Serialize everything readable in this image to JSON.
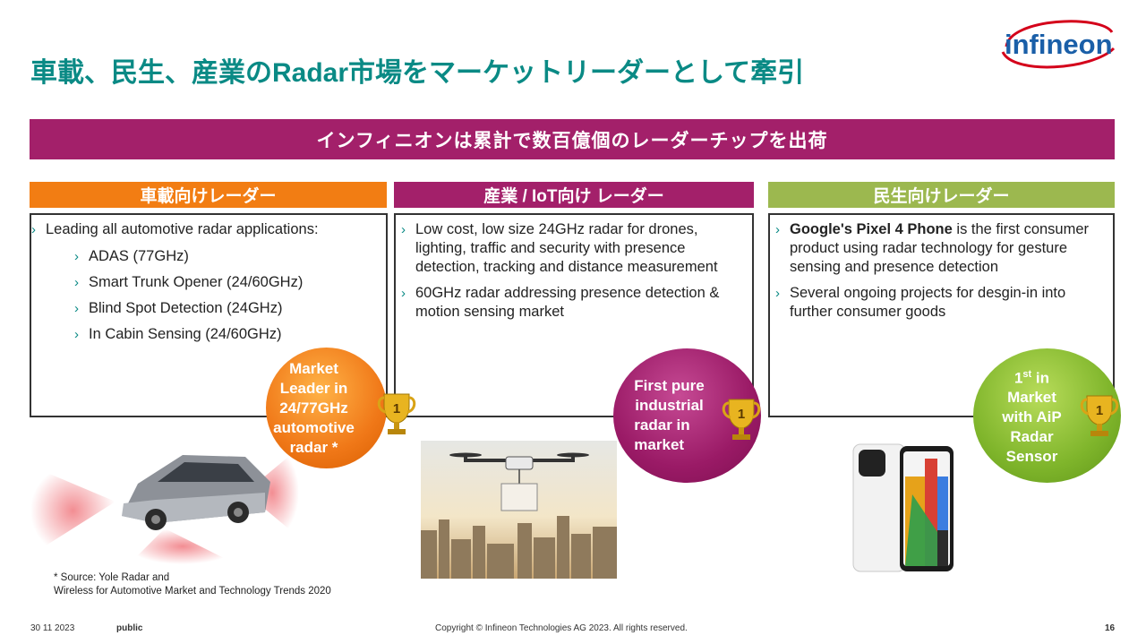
{
  "title": "車載、民生、産業のRadar市場をマーケットリーダーとして牽引",
  "logo_text": "infineon",
  "banner": "インフィニオンは累計で数百億個のレーダーチップを出荷",
  "columns": [
    {
      "header": "車載向けレーダー",
      "header_color": "#f27d13",
      "lead": "Leading all automotive radar applications:",
      "subitems": [
        "ADAS (77GHz)",
        "Smart Trunk Opener (24/60GHz)",
        "Blind Spot Detection (24GHz)",
        "In Cabin Sensing (24/60GHz)"
      ],
      "badge_lines": [
        "Market",
        "Leader in",
        "24/77GHz",
        "automotive",
        "radar *"
      ]
    },
    {
      "header": "産業 / IoT向け レーダー",
      "header_color": "#a3206a",
      "bullets": [
        "Low cost, low size 24GHz radar for drones, lighting, traffic and security with presence detection, tracking and distance measurement",
        "60GHz radar addressing presence detection & motion sensing market"
      ],
      "badge_lines": [
        "First pure",
        "industrial",
        "radar in",
        "market"
      ]
    },
    {
      "header": "民生向けレーダー",
      "header_color": "#9cb84f",
      "bullet1_bold": "Google's Pixel 4 Phone",
      "bullet1_rest": " is the first consumer product using radar technology for gesture sensing and presence detection",
      "bullet2": "Several ongoing projects for desgin-in into further consumer goods",
      "badge_first": "1",
      "badge_sup": "st",
      "badge_first_rest": " in",
      "badge_lines": [
        "Market",
        "with AiP",
        "Radar",
        "Sensor"
      ]
    }
  ],
  "bullet_char": "›",
  "trophy_number": "1",
  "source_lines": [
    "* Source: Yole Radar and",
    "Wireless for Automotive Market and Technology Trends 2020"
  ],
  "footer": {
    "date": "30 11 2023",
    "classification": "public",
    "copyright": "Copyright © Infineon Technologies AG 2023. All rights reserved.",
    "page": "16"
  },
  "colors": {
    "title": "#0a8a85",
    "banner": "#a3206a",
    "logo_blue": "#1a5fa8",
    "logo_red": "#d4001a"
  }
}
